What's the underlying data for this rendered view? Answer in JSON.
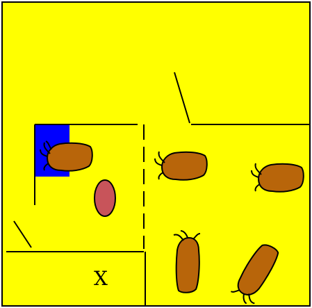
{
  "scene": {
    "background_color": "#fff5f5",
    "field_color": "#ffff00",
    "wall_color": "#000000",
    "cow_color": "#b8650a",
    "target_color": "#0000ff",
    "hazard_color": "#c8545a",
    "exit_marker": "X"
  },
  "entities": {
    "target_zone": "blue-square",
    "hazard": "red-oval",
    "cows": [
      "cow-1",
      "cow-2",
      "cow-3",
      "cow-4",
      "cow-5"
    ]
  }
}
